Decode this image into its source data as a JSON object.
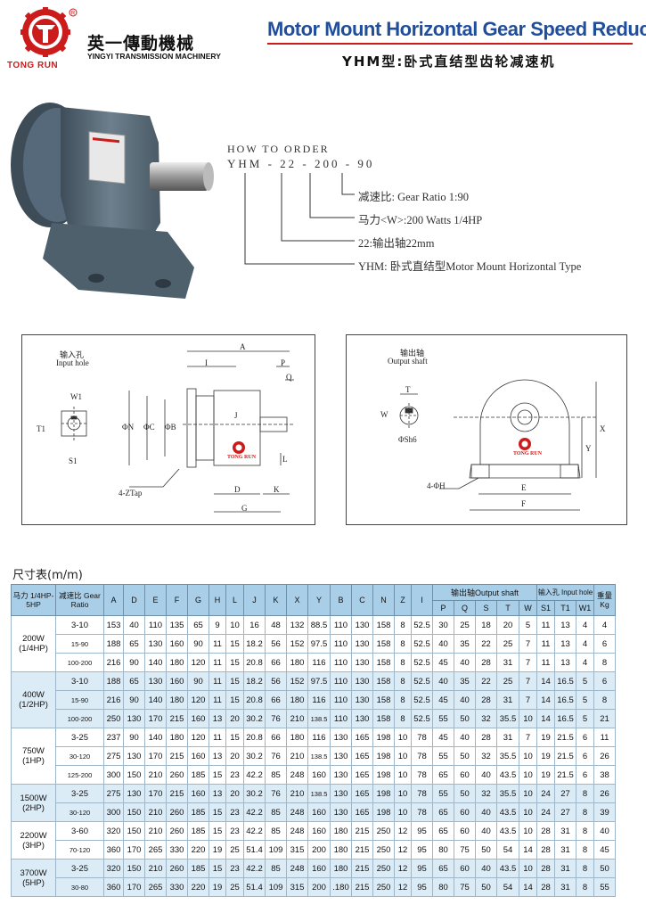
{
  "header": {
    "company_cn": "英一傳動機械",
    "company_en": "YINGYI TRANSMISSION MACHINERY",
    "brand": "TONG RUN",
    "title_en": "Motor Mount Horizontal Gear Speed Reducers",
    "title_cn": "YHM型:卧式直结型齿轮减速机"
  },
  "how_to_order": {
    "title": "HOW TO ORDER",
    "code": "YHM - 22 - 200 - 90",
    "lines": [
      "减速比:  Gear Ratio 1:90",
      "马力<W>:200  Watts 1/4HP",
      "22:输出轴22mm",
      "YHM:  卧式直结型Motor Mount Horizontal Type"
    ]
  },
  "drawing_left": {
    "input_hole_cn": "输入孔",
    "input_hole_en": "Input hole",
    "labels": [
      "A",
      "I",
      "P",
      "Q",
      "W1",
      "T1",
      "S1",
      "ΦN",
      "ΦC",
      "ΦB",
      "J",
      "L",
      "D",
      "K",
      "G",
      "4-ZTap",
      "TONG RUN"
    ]
  },
  "drawing_right": {
    "output_shaft_cn": "输出轴",
    "output_shaft_en": "Output shaft",
    "labels": [
      "T",
      "W",
      "ΦSh6",
      "X",
      "Y",
      "E",
      "F",
      "4-ΦH",
      "TONG RUN"
    ]
  },
  "table": {
    "title": "尺寸表(m/m)",
    "head": {
      "hp": "马力 1/4HP-5HP",
      "ratio": "减速比 Gear Ratio",
      "dims": [
        "A",
        "D",
        "E",
        "F",
        "G",
        "H",
        "L",
        "J",
        "K",
        "X",
        "Y",
        "B",
        "C",
        "N",
        "Z",
        "I"
      ],
      "output_group": "输出轴Output shaft",
      "output_cols": [
        "P",
        "Q",
        "S",
        "T",
        "W"
      ],
      "input_group": "输入孔 Input hole",
      "input_cols": [
        "S1",
        "T1",
        "W1"
      ],
      "weight": "重量 Kg"
    },
    "groups": [
      {
        "hp": [
          "200W",
          "(1/4HP)"
        ],
        "shade": false,
        "rows": [
          [
            "3-10",
            "153",
            "40",
            "110",
            "135",
            "65",
            "9",
            "10",
            "16",
            "48",
            "132",
            "88.5",
            "110",
            "130",
            "158",
            "8",
            "52.5",
            "30",
            "25",
            "18",
            "20",
            "5",
            "11",
            "13",
            "4",
            "4"
          ],
          [
            "15-90",
            "188",
            "65",
            "130",
            "160",
            "90",
            "11",
            "15",
            "18.2",
            "56",
            "152",
            "97.5",
            "110",
            "130",
            "158",
            "8",
            "52.5",
            "40",
            "35",
            "22",
            "25",
            "7",
            "11",
            "13",
            "4",
            "6"
          ],
          [
            "100-200",
            "216",
            "90",
            "140",
            "180",
            "120",
            "11",
            "15",
            "20.8",
            "66",
            "180",
            "116",
            "110",
            "130",
            "158",
            "8",
            "52.5",
            "45",
            "40",
            "28",
            "31",
            "7",
            "11",
            "13",
            "4",
            "8"
          ]
        ]
      },
      {
        "hp": [
          "400W",
          "(1/2HP)"
        ],
        "shade": true,
        "rows": [
          [
            "3-10",
            "188",
            "65",
            "130",
            "160",
            "90",
            "11",
            "15",
            "18.2",
            "56",
            "152",
            "97.5",
            "110",
            "130",
            "158",
            "8",
            "52.5",
            "40",
            "35",
            "22",
            "25",
            "7",
            "14",
            "16.5",
            "5",
            "6"
          ],
          [
            "15-90",
            "216",
            "90",
            "140",
            "180",
            "120",
            "11",
            "15",
            "20.8",
            "66",
            "180",
            "116",
            "110",
            "130",
            "158",
            "8",
            "52.5",
            "45",
            "40",
            "28",
            "31",
            "7",
            "14",
            "16.5",
            "5",
            "8"
          ],
          [
            "100-200",
            "250",
            "130",
            "170",
            "215",
            "160",
            "13",
            "20",
            "30.2",
            "76",
            "210",
            "138.5",
            "110",
            "130",
            "158",
            "8",
            "52.5",
            "55",
            "50",
            "32",
            "35.5",
            "10",
            "14",
            "16.5",
            "5",
            "21"
          ]
        ]
      },
      {
        "hp": [
          "750W",
          "(1HP)"
        ],
        "shade": false,
        "rows": [
          [
            "3-25",
            "237",
            "90",
            "140",
            "180",
            "120",
            "11",
            "15",
            "20.8",
            "66",
            "180",
            "116",
            "130",
            "165",
            "198",
            "10",
            "78",
            "45",
            "40",
            "28",
            "31",
            "7",
            "19",
            "21.5",
            "6",
            "11"
          ],
          [
            "30-120",
            "275",
            "130",
            "170",
            "215",
            "160",
            "13",
            "20",
            "30.2",
            "76",
            "210",
            "138.5",
            "130",
            "165",
            "198",
            "10",
            "78",
            "55",
            "50",
            "32",
            "35.5",
            "10",
            "19",
            "21.5",
            "6",
            "26"
          ],
          [
            "125-200",
            "300",
            "150",
            "210",
            "260",
            "185",
            "15",
            "23",
            "42.2",
            "85",
            "248",
            "160",
            "130",
            "165",
            "198",
            "10",
            "78",
            "65",
            "60",
            "40",
            "43.5",
            "10",
            "19",
            "21.5",
            "6",
            "38"
          ]
        ]
      },
      {
        "hp": [
          "1500W",
          "(2HP)"
        ],
        "shade": true,
        "rows": [
          [
            "3-25",
            "275",
            "130",
            "170",
            "215",
            "160",
            "13",
            "20",
            "30.2",
            "76",
            "210",
            "138.5",
            "130",
            "165",
            "198",
            "10",
            "78",
            "55",
            "50",
            "32",
            "35.5",
            "10",
            "24",
            "27",
            "8",
            "26"
          ],
          [
            "30-120",
            "300",
            "150",
            "210",
            "260",
            "185",
            "15",
            "23",
            "42.2",
            "85",
            "248",
            "160",
            "130",
            "165",
            "198",
            "10",
            "78",
            "65",
            "60",
            "40",
            "43.5",
            "10",
            "24",
            "27",
            "8",
            "39"
          ]
        ]
      },
      {
        "hp": [
          "2200W",
          "(3HP)"
        ],
        "shade": false,
        "rows": [
          [
            "3-60",
            "320",
            "150",
            "210",
            "260",
            "185",
            "15",
            "23",
            "42.2",
            "85",
            "248",
            "160",
            "180",
            "215",
            "250",
            "12",
            "95",
            "65",
            "60",
            "40",
            "43.5",
            "10",
            "28",
            "31",
            "8",
            "40"
          ],
          [
            "70-120",
            "360",
            "170",
            "265",
            "330",
            "220",
            "19",
            "25",
            "51.4",
            "109",
            "315",
            "200",
            "180",
            "215",
            "250",
            "12",
            "95",
            "80",
            "75",
            "50",
            "54",
            "14",
            "28",
            "31",
            "8",
            "45"
          ]
        ]
      },
      {
        "hp": [
          "3700W",
          "(5HP)"
        ],
        "shade": true,
        "rows": [
          [
            "3-25",
            "320",
            "150",
            "210",
            "260",
            "185",
            "15",
            "23",
            "42.2",
            "85",
            "248",
            "160",
            "180",
            "215",
            "250",
            "12",
            "95",
            "65",
            "60",
            "40",
            "43.5",
            "10",
            "28",
            "31",
            "8",
            "50"
          ],
          [
            "30-80",
            "360",
            "170",
            "265",
            "330",
            "220",
            "19",
            "25",
            "51.4",
            "109",
            "315",
            "200",
            ".180",
            "215",
            "250",
            "12",
            "95",
            "80",
            "75",
            "50",
            "54",
            "14",
            "28",
            "31",
            "8",
            "55"
          ]
        ]
      }
    ]
  },
  "colors": {
    "title_blue": "#1f4e9c",
    "brand_red": "#cc1b1b",
    "table_header": "#a9cfe8",
    "table_shade": "#dcecf7",
    "motor_gray": "#5d6e7c"
  }
}
